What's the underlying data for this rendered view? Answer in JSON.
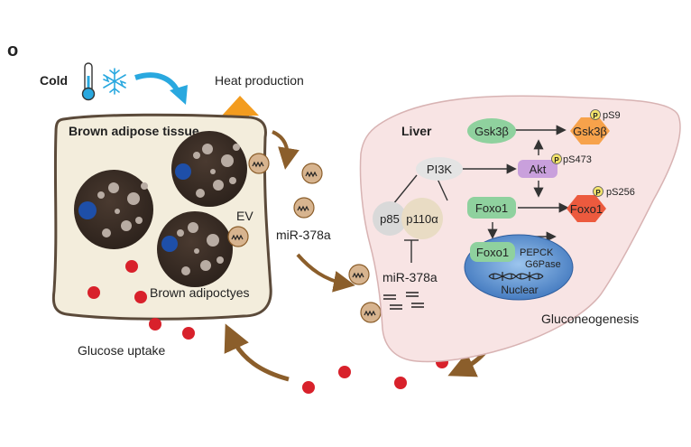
{
  "panel_letter": "o",
  "cold_label": "Cold",
  "heat_label": "Heat production",
  "bat": {
    "title": "Brown adipose tissue",
    "ev_label": "EV",
    "mir_label": "miR-378a",
    "adipocytes_label": "Brown adipoctyes",
    "uptake_label": "Glucose uptake"
  },
  "liver": {
    "title": "Liver",
    "nodes": {
      "gsk3b": "Gsk3β",
      "gsk3b_p": "Gsk3β",
      "akt": "Akt",
      "pi3k": "PI3K",
      "p85": "p85",
      "p110a": "p110α",
      "foxo1": "Foxo1",
      "foxo1_p": "Foxo1",
      "foxo1_nuc": "Foxo1"
    },
    "phospho": {
      "p_symbol": "P",
      "ps9": "pS9",
      "ps473": "pS473",
      "ps256": "pS256"
    },
    "genes": {
      "pepck": "PEPCK",
      "g6pase": "G6Pase"
    },
    "nuclear_label": "Nuclear",
    "mir_label": "miR-378a",
    "gluconeo_label": "Gluconeogenesis"
  },
  "colors": {
    "cold_blue": "#29a8df",
    "heat_orange": "#f39c1f",
    "brown_arrow": "#8b5e2b",
    "tissue_fill": "#f3eddc",
    "liver_fill": "#f8e4e4",
    "glucose_red": "#d8212b",
    "node_green": "#8fd19e",
    "node_orange": "#f7a24b",
    "node_purple": "#c9a0dc",
    "nucleus_blue": "#4a83c9",
    "gluconeo_red": "#d8333a"
  }
}
